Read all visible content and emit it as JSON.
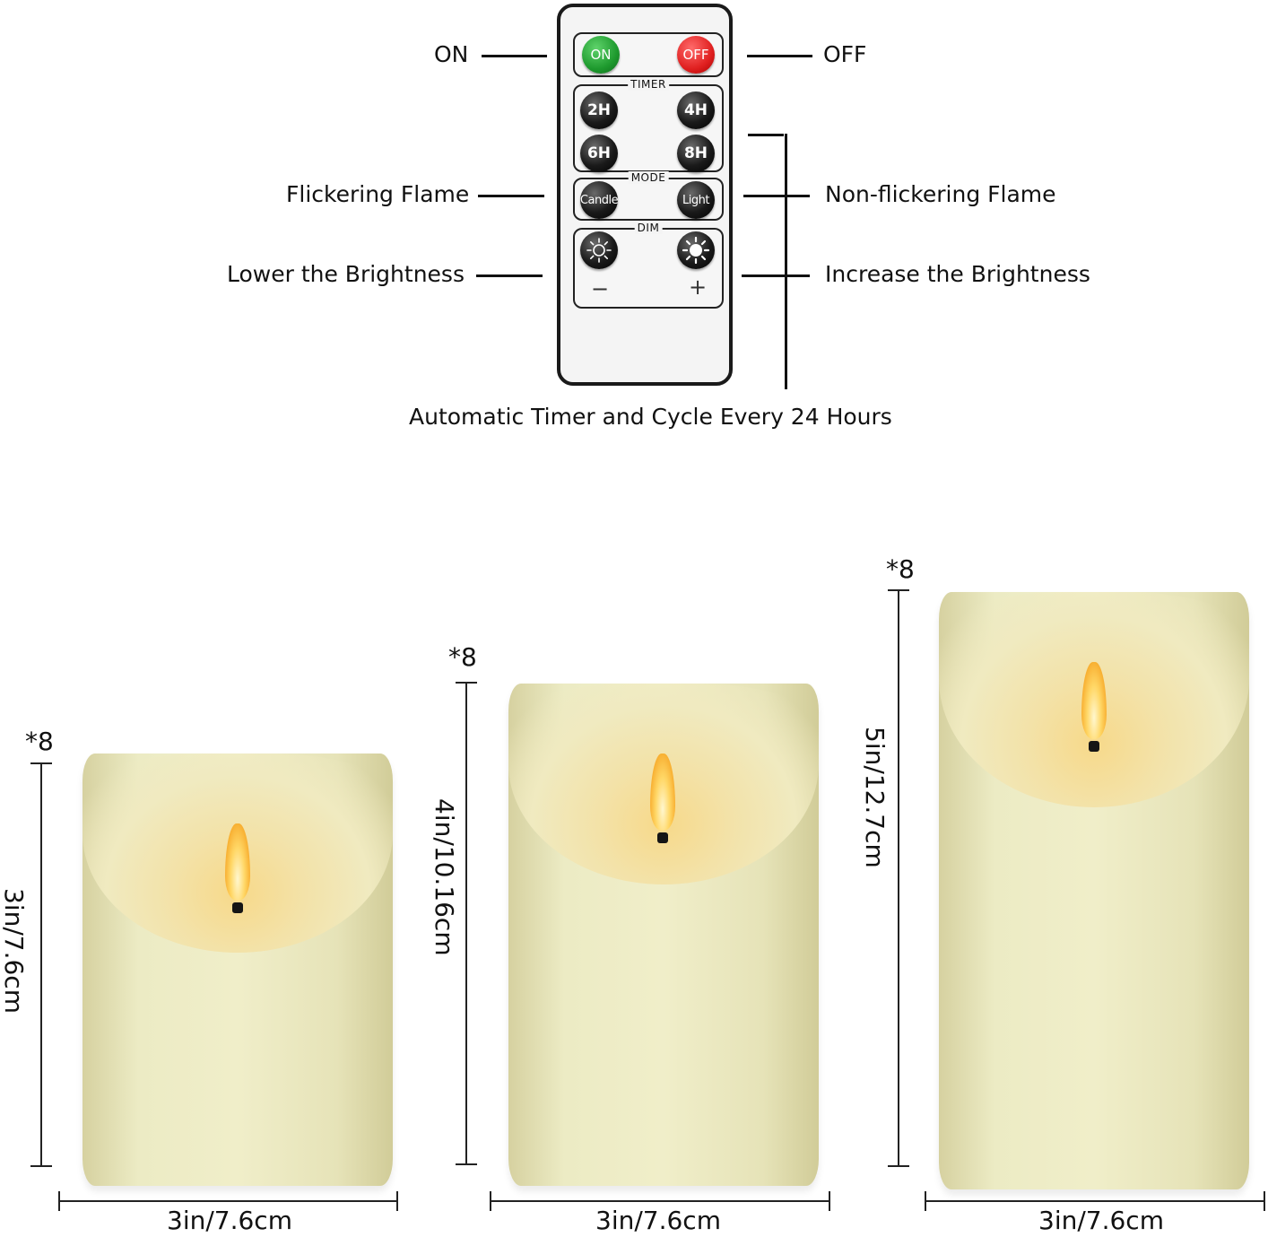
{
  "remote": {
    "on_button": "ON",
    "off_button": "OFF",
    "timer_label": "TIMER",
    "timer_2h": "2H",
    "timer_4h": "4H",
    "timer_6h": "6H",
    "timer_8h": "8H",
    "mode_label": "MODE",
    "mode_candle": "Candle",
    "mode_light": "Light",
    "dim_label": "DIM",
    "dim_minus": "−",
    "dim_plus": "+"
  },
  "callouts": {
    "on": "ON",
    "off": "OFF",
    "flickering": "Flickering Flame",
    "non_flickering": "Non-flickering Flame",
    "lower_brightness": "Lower the Brightness",
    "increase_brightness": "Increase the Brightness",
    "auto_timer": "Automatic Timer and Cycle Every 24 Hours"
  },
  "candles": [
    {
      "quantity": "*8",
      "height_label": "3in/7.6cm",
      "width_label": "3in/7.6cm"
    },
    {
      "quantity": "*8",
      "height_label": "4in/10.16cm",
      "width_label": "3in/7.6cm"
    },
    {
      "quantity": "*8",
      "height_label": "5in/12.7cm",
      "width_label": "3in/7.6cm"
    }
  ],
  "colors": {
    "on_green": "#1e9a2e",
    "off_red": "#e02020",
    "candle_ivory": "#ecebc4",
    "flame_amber": "#ffd766"
  }
}
